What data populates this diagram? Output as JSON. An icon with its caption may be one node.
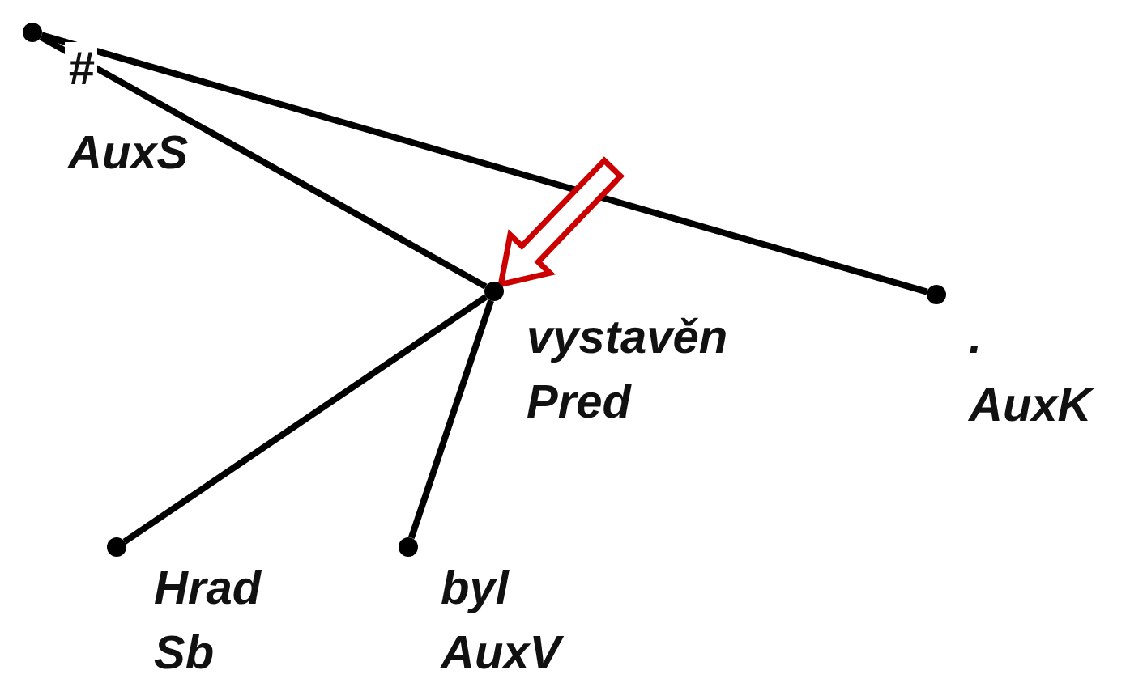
{
  "diagram": {
    "nodes": [
      {
        "text": [],
        "shape": "circle",
        "beside": [
          "#",
          "AuxS"
        ]
      },
      {
        "text": [],
        "shape": "circle",
        "beside": [
          "vystavěn",
          "Pred"
        ]
      },
      {
        "text": [],
        "shape": "circle",
        "beside": [
          ".",
          "AuxK"
        ]
      },
      {
        "text": [],
        "shape": "circle",
        "beside": [
          "Hrad",
          "Sb"
        ]
      },
      {
        "text": [],
        "shape": "circle",
        "beside": [
          "byl",
          "AuxV"
        ]
      }
    ],
    "edges": [
      {
        "from": 0,
        "to": 1,
        "arrow": "none"
      },
      {
        "from": 0,
        "to": 2,
        "arrow": "none"
      },
      {
        "from": 1,
        "to": 3,
        "arrow": "none"
      },
      {
        "from": 1,
        "to": 4,
        "arrow": "none"
      },
      {
        "from": null,
        "to": 1,
        "arrow": "to",
        "style": "thick",
        "color": "#cc0000"
      }
    ]
  }
}
